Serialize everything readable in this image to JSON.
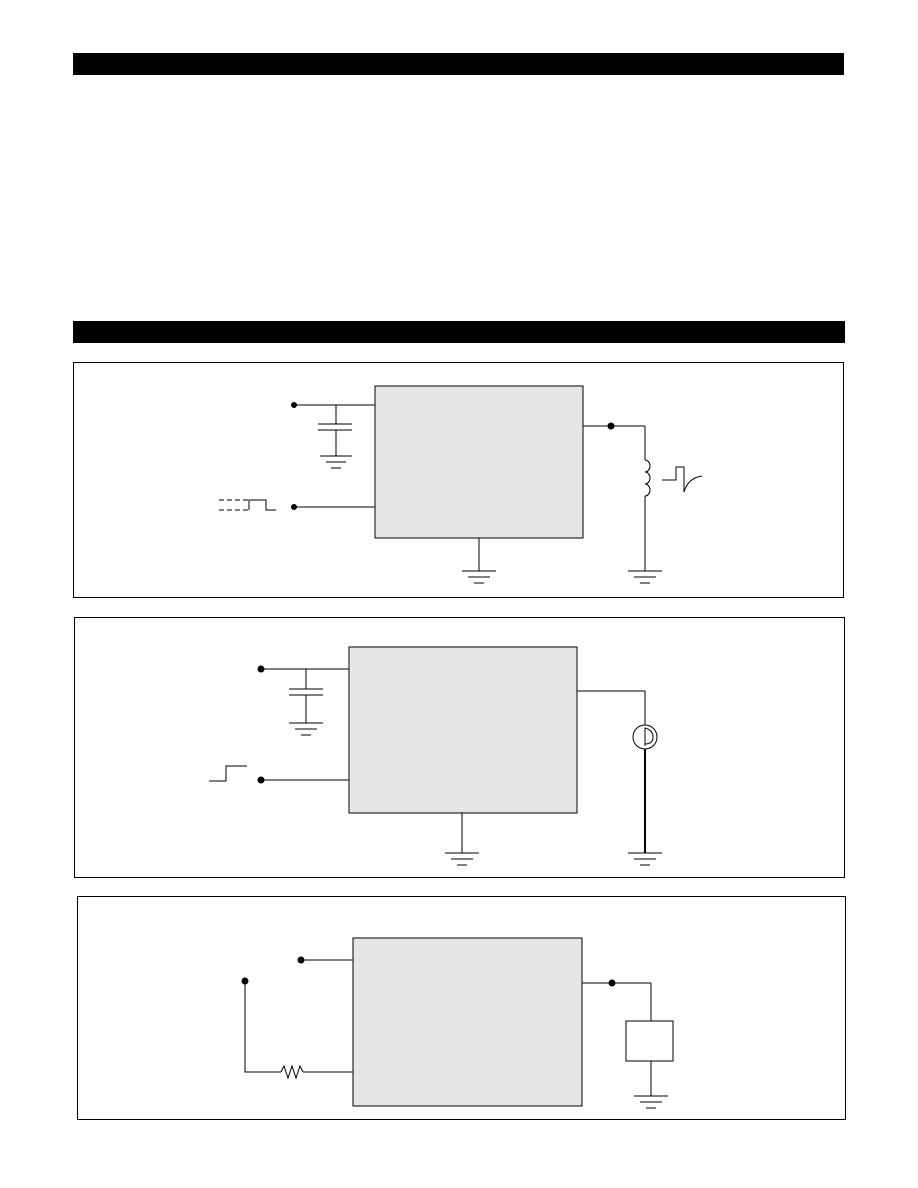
{
  "page": {
    "background": "#ffffff",
    "header_bar_color": "#000000"
  },
  "circuits": [
    {
      "name": "inductive-load-test-circuit",
      "block_fill": "#e6e6e6",
      "components": [
        "supply-terminal",
        "bypass-capacitor",
        "ground",
        "pulse-input-terminal",
        "inductor",
        "output-node"
      ]
    },
    {
      "name": "lamp-load-test-circuit",
      "block_fill": "#e6e6e6",
      "components": [
        "supply-terminal",
        "bypass-capacitor",
        "ground",
        "step-input-terminal",
        "lamp"
      ]
    },
    {
      "name": "resistive-input-test-circuit",
      "block_fill": "#e6e6e6",
      "components": [
        "supply-terminal",
        "input-terminal",
        "resistor",
        "output-node",
        "load-box",
        "ground"
      ]
    }
  ]
}
